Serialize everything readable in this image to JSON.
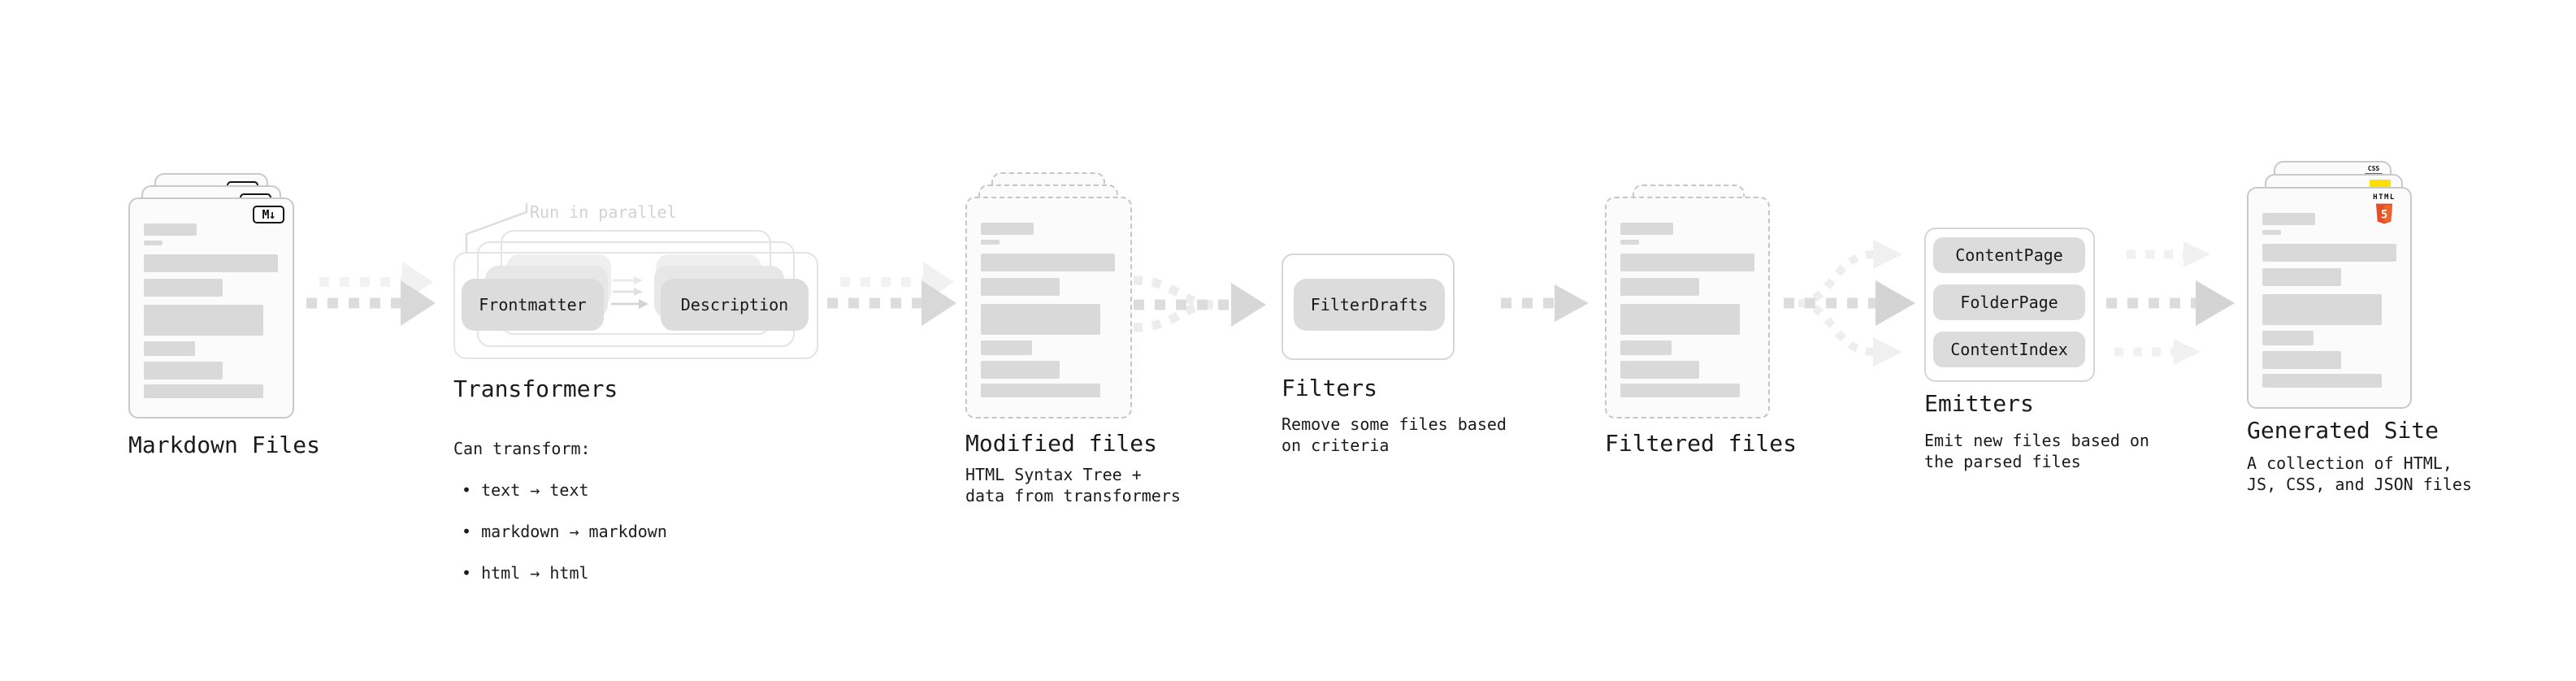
{
  "nodes": {
    "markdown_files": {
      "label": "Markdown Files",
      "badge": "M↓"
    },
    "transformers": {
      "label": "Transformers",
      "callout": "Run in parallel",
      "pill_frontmatter": "Frontmatter",
      "pill_description": "Description",
      "caption_heading": "Can transform:",
      "bullets": [
        "• text → text",
        "• markdown → markdown",
        "• html → html"
      ]
    },
    "modified_files": {
      "label": "Modified files",
      "caption": "HTML Syntax Tree +\ndata from transformers"
    },
    "filters": {
      "label": "Filters",
      "pill": "FilterDrafts",
      "caption": "Remove some files based\non criteria"
    },
    "filtered_files": {
      "label": "Filtered files"
    },
    "emitters": {
      "label": "Emitters",
      "pills": [
        "ContentPage",
        "FolderPage",
        "ContentIndex"
      ],
      "caption": "Emit new files based on\nthe parsed files"
    },
    "generated_site": {
      "label": "Generated Site",
      "badge_css": "CSS",
      "badge_html": "HTML",
      "badge_html_number": "5",
      "caption": "A collection of HTML,\nJS, CSS, and JSON files"
    }
  },
  "colors": {
    "js_badge_yellow": "#ffdf00",
    "css_badge_blue": "#2965f1",
    "html5_shield_orange": "#e44d26",
    "html5_shield_orange_light": "#f16529",
    "skeleton_bar_gray": "#d9d9d9",
    "arrow_gray": "#d8d8d8"
  }
}
